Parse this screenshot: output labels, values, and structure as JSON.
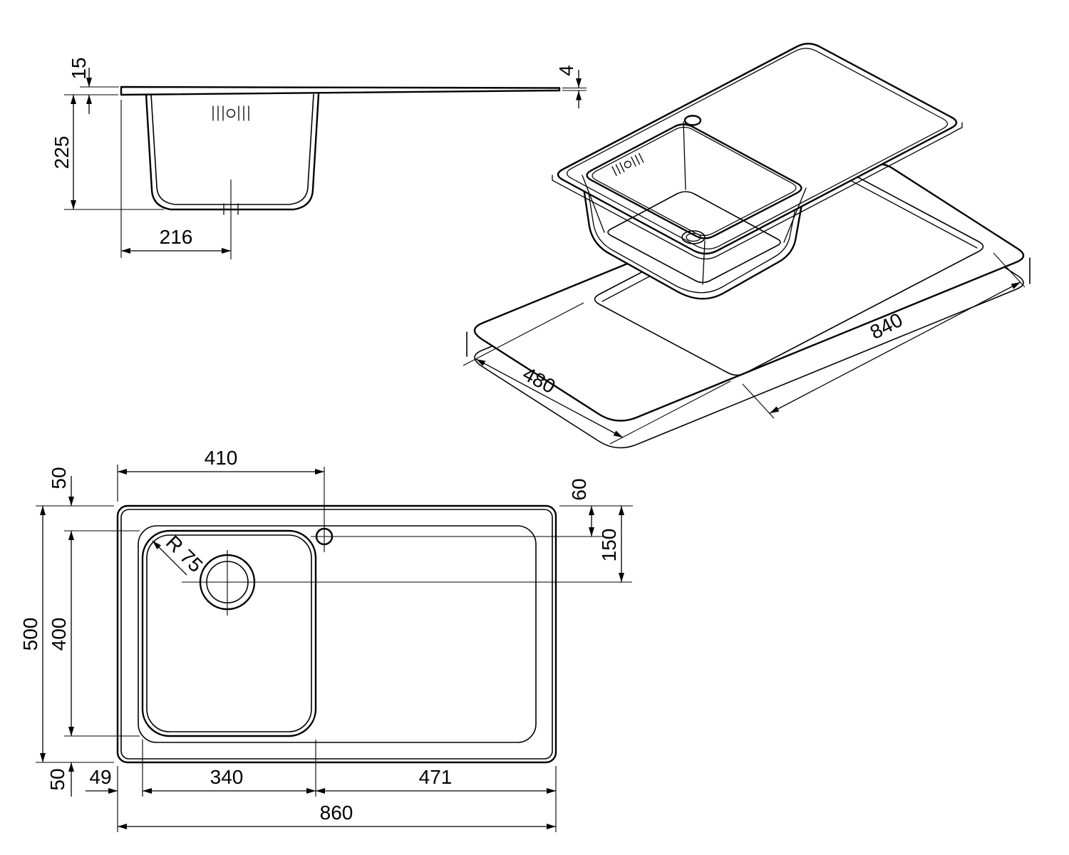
{
  "drawing": {
    "background_color": "#ffffff",
    "line_color": "#000000"
  },
  "side_view": {
    "dim_rim_height": "15",
    "dim_bowl_depth": "225",
    "dim_drain_offset": "216",
    "dim_edge_thickness": "4"
  },
  "iso_view": {
    "dim_cutout_length": "840",
    "dim_cutout_width": "480"
  },
  "plan_view": {
    "dim_faucet_from_left": "410",
    "dim_top_inset": "50",
    "dim_faucet_from_top": "60",
    "dim_drain_from_top": "150",
    "dim_overall_depth": "500",
    "dim_bowl_inner_depth": "400",
    "dim_corner_radius": "R 75",
    "dim_bottom_inset": "50",
    "dim_bowl_from_left": "49",
    "dim_bowl_width": "340",
    "dim_drainer_width": "471",
    "dim_overall_width": "860"
  }
}
